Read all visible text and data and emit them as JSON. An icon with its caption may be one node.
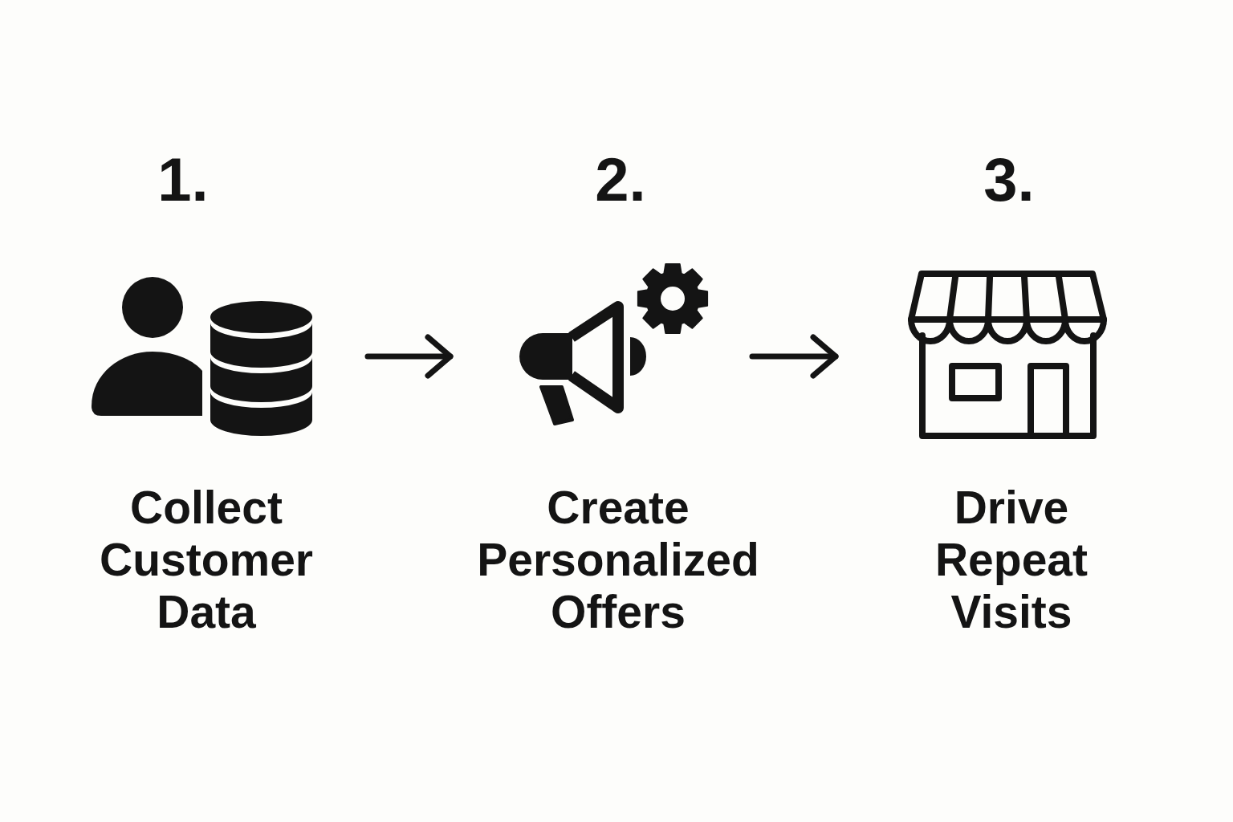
{
  "diagram": {
    "nodes": [
      {
        "text": [],
        "shape": "picture",
        "beside": [
          "1.",
          "Collect Customer Data"
        ]
      },
      {
        "text": [],
        "shape": "picture",
        "beside": [
          "2.",
          "Create Personalized Offers"
        ]
      },
      {
        "text": [],
        "shape": "picture",
        "beside": [
          "3.",
          "Drive Repeat Visits"
        ]
      }
    ],
    "edges": [
      {
        "from": 0,
        "to": 1,
        "arrow": "to"
      },
      {
        "from": 1,
        "to": 2,
        "arrow": "to"
      }
    ]
  }
}
